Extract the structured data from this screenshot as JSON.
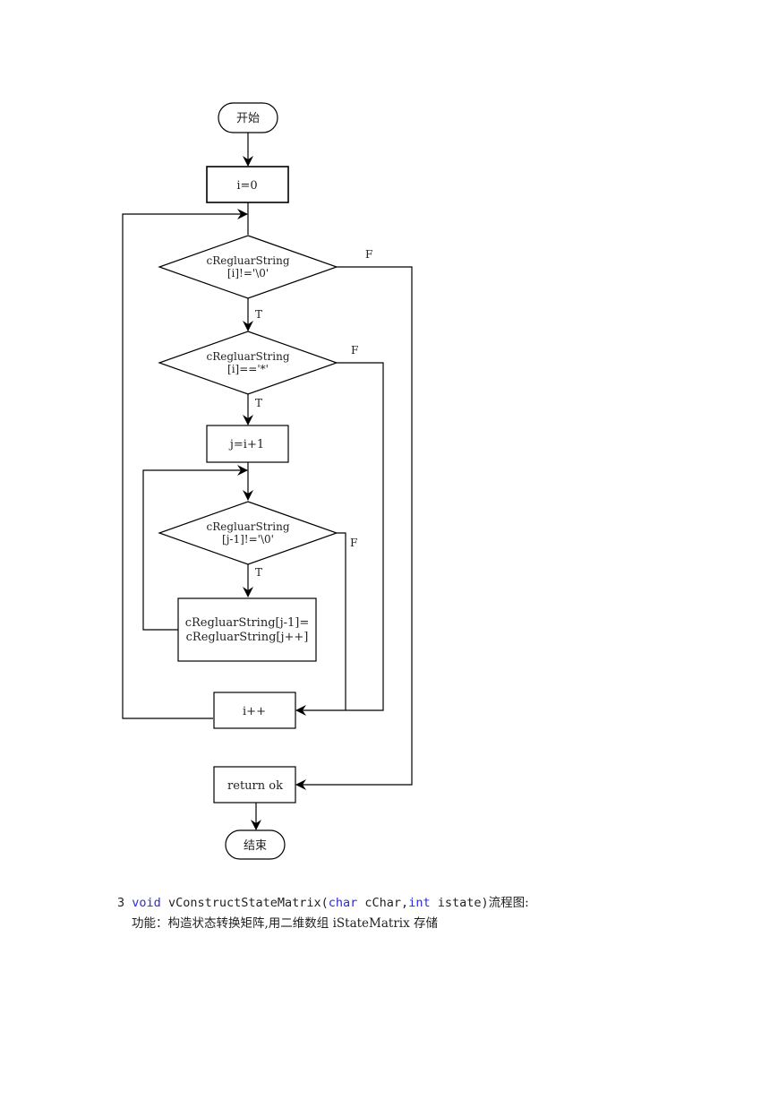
{
  "flowchart": {
    "start": "开始",
    "init": "i=0",
    "cond_end": [
      "cRegluarString",
      "[i]!='\\0'"
    ],
    "cond_star": [
      "cRegluarString",
      "[i]=='*'"
    ],
    "set_j": "j=i+1",
    "cond_j": [
      "cRegluarString",
      "[j-1]!='\\0'"
    ],
    "shift": [
      "cRegluarString[j-1]=",
      "cRegluarString[j++]"
    ],
    "incr": "i++",
    "ret": "return ok",
    "end": "结束",
    "true_label": "T",
    "false_label": "F"
  },
  "caption": {
    "number": "3",
    "kw_void": "void",
    "func_name": "vConstructStateMatrix(",
    "kw_char": "char",
    "param1": "cChar,",
    "kw_int": "int",
    "param2": "istate)",
    "suffix": "流程图:",
    "description": "功能：构造状态转换矩阵,用二维数组 iStateMatrix 存储"
  }
}
